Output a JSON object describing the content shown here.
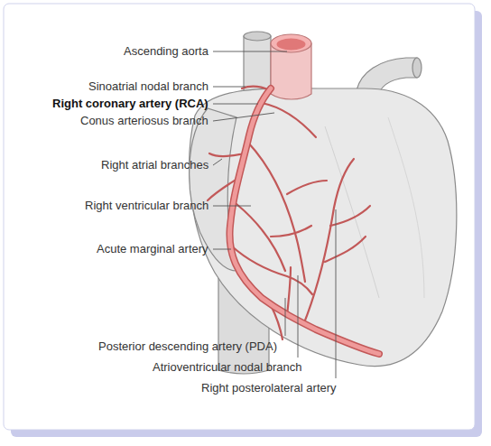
{
  "diagram": {
    "labels": [
      "Ascending aorta",
      "Sinoatrial nodal branch",
      "Right coronary artery (RCA)",
      "Conus arteriosus branch",
      "Right atrial branches",
      "Right ventricular branch",
      "Acute marginal artery",
      "Posterior descending artery (PDA)",
      "Atrioventricular nodal branch",
      "Right posterolateral artery"
    ]
  }
}
